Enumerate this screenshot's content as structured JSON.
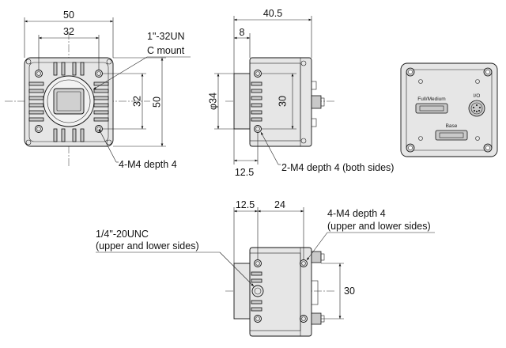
{
  "front_view": {
    "dim_width_overall": "50",
    "dim_width_holes": "32",
    "dim_height_holes": "32",
    "dim_height_overall": "50",
    "callout_thread_line1": "1\"-32UN",
    "callout_thread_line2": "C mount",
    "callout_holes": "4-M4 depth 4"
  },
  "side_view": {
    "dim_length_overall": "40.5",
    "dim_flange": "8",
    "dim_diameter": "φ34",
    "dim_holes_vertical": "30",
    "dim_front_offset": "12.5",
    "callout_holes": "2-M4 depth 4 (both sides)"
  },
  "rear_view": {
    "connector_top_label": "Full/Medium",
    "connector_bottom_label": "Base",
    "io_label": "I/O"
  },
  "bottom_view": {
    "dim_front_offset": "12.5",
    "dim_hole_spacing": "24",
    "dim_holes_vertical": "30",
    "callout_tripod_line1": "1/4\"-20UNC",
    "callout_tripod_line2": "(upper and lower sides)",
    "callout_holes_line1": "4-M4 depth 4",
    "callout_holes_line2": "(upper and lower sides)"
  }
}
